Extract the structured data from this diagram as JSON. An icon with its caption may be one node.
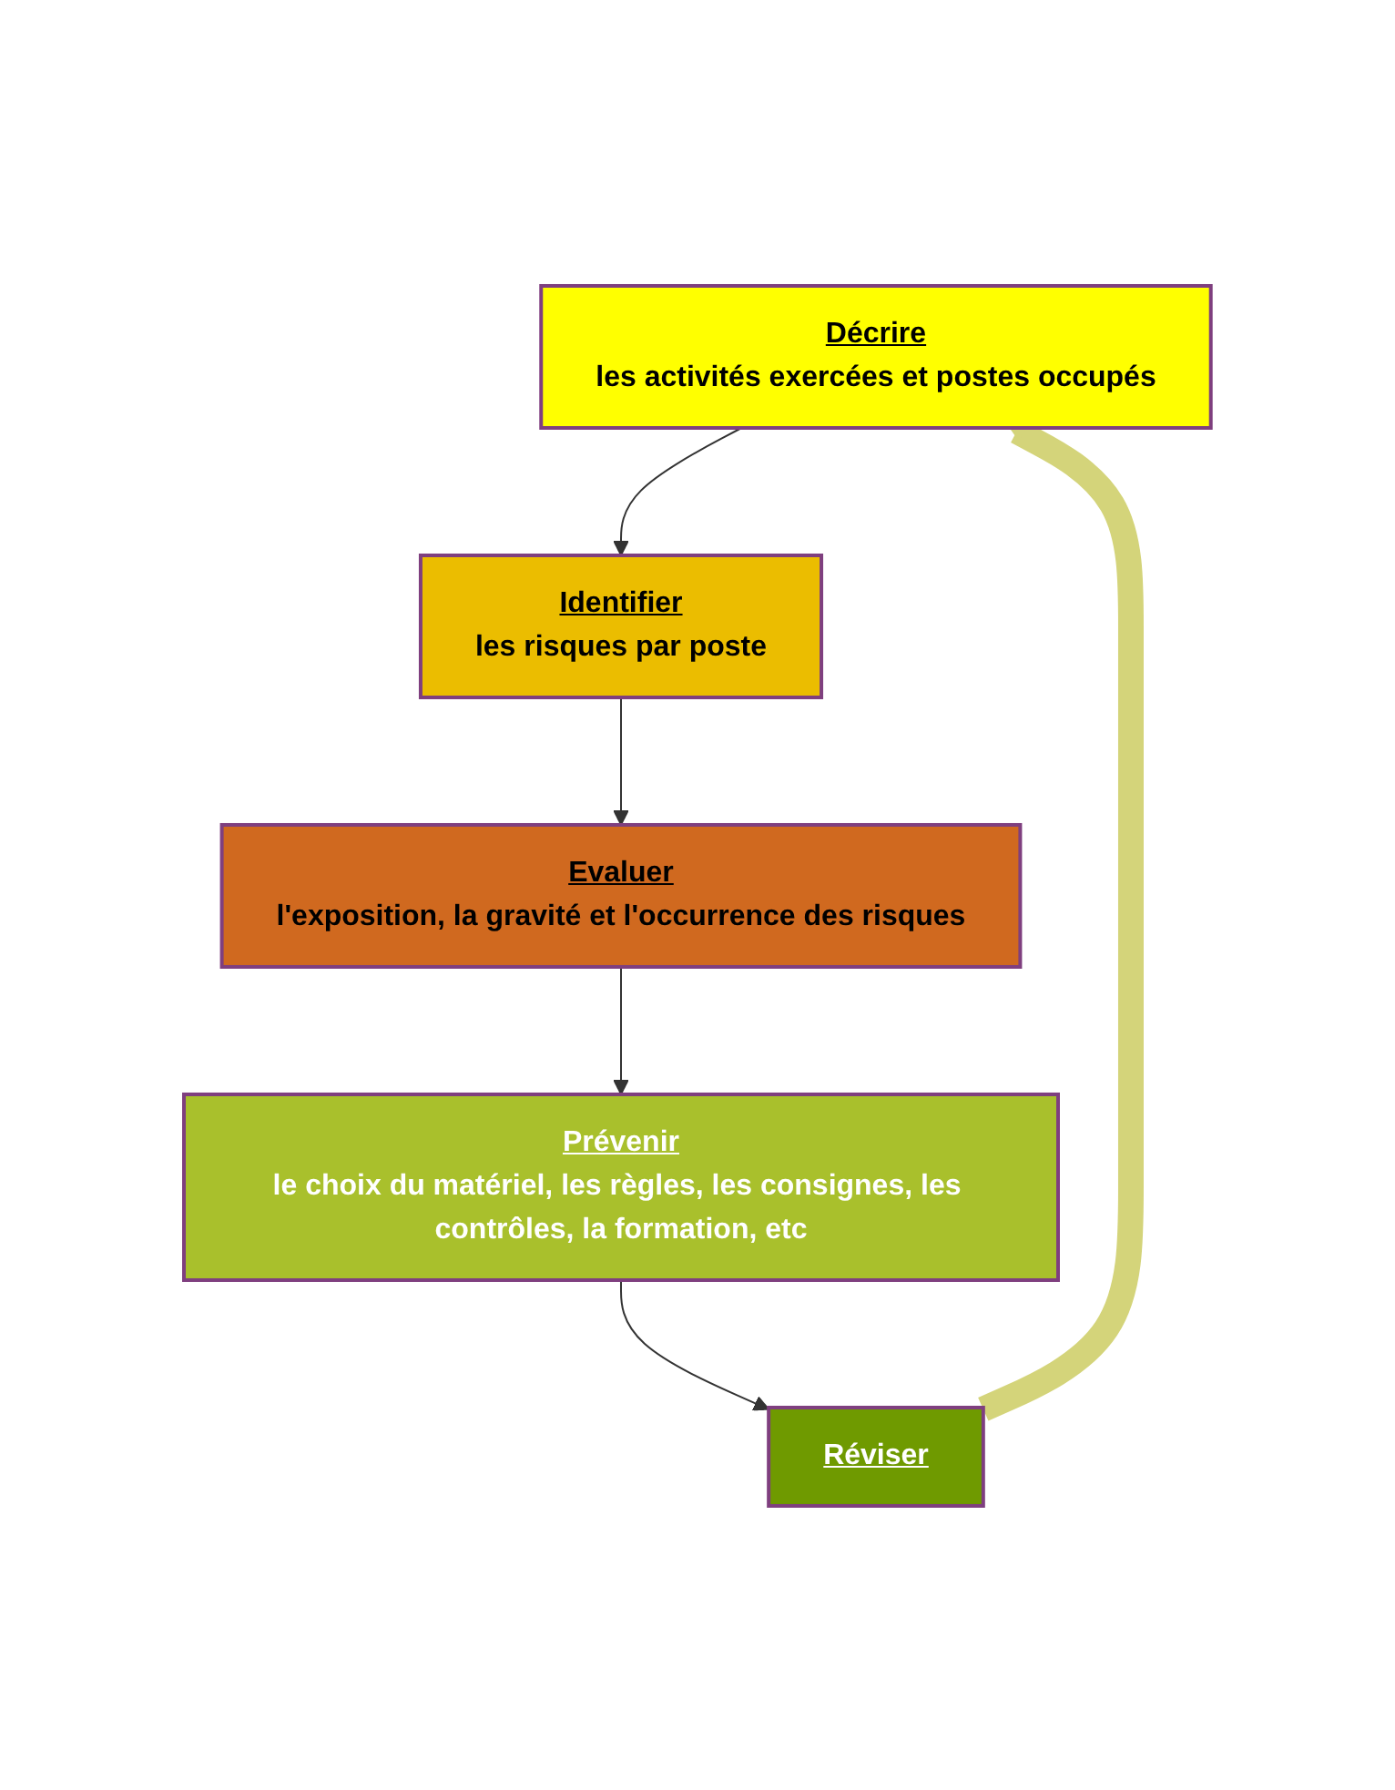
{
  "diagram": {
    "nodes": [
      {
        "text": [
          "Décrire",
          "les activités exercées et postes occupés"
        ]
      },
      {
        "text": [
          "Identifier",
          "les risques par poste"
        ]
      },
      {
        "text": [
          "Evaluer",
          "l'exposition, la gravité et l'occurrence des risques"
        ]
      },
      {
        "text": [
          "Prévenir",
          "le choix du matériel, les règles, les consignes, les contrôles, la formation, etc"
        ]
      },
      {
        "text": [
          "Réviser"
        ]
      }
    ],
    "edges": [
      {
        "from": 0,
        "to": 1,
        "arrow": "to"
      },
      {
        "from": 1,
        "to": 2,
        "arrow": "to"
      },
      {
        "from": 2,
        "to": 3,
        "arrow": "to"
      },
      {
        "from": 3,
        "to": 4,
        "arrow": "to"
      },
      {
        "from": 4,
        "to": 0,
        "arrow": "to",
        "style": "thick",
        "color": "#d4d47a"
      }
    ]
  }
}
